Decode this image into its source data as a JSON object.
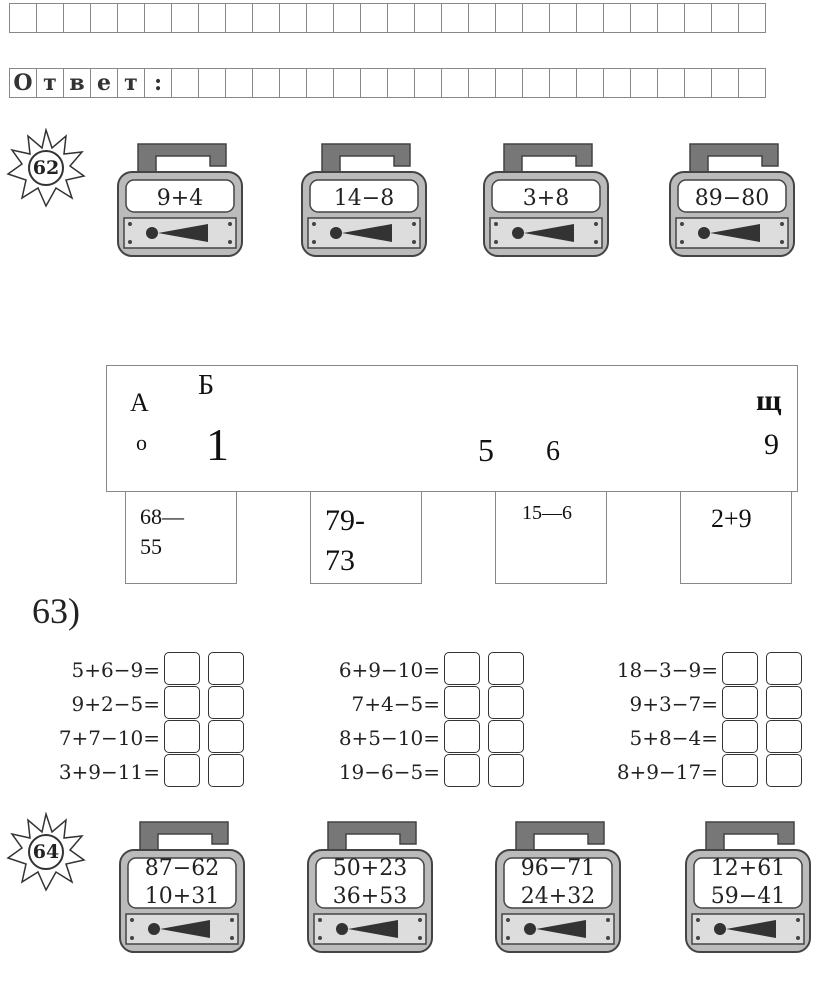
{
  "answer_row": {
    "letters": [
      "О",
      "т",
      "в",
      "е",
      "т",
      ":"
    ]
  },
  "task62": {
    "number": "62",
    "toasters": [
      "9+4",
      "14−8",
      "3+8",
      "89−80"
    ]
  },
  "answer_table": {
    "top": {
      "a": "А",
      "b": "Б",
      "shch": "щ",
      "o": "о",
      "one": "1",
      "five": "5",
      "six": "6",
      "nine": "9"
    },
    "cells": [
      {
        "line1": "68—",
        "line2": "55"
      },
      {
        "line1": "79-",
        "line2": "73"
      },
      {
        "line1": "15—6"
      },
      {
        "line1": "2+9"
      }
    ]
  },
  "task63": {
    "label": "63)",
    "columns": [
      [
        "5+6−9=",
        "9+2−5=",
        "7+7−10=",
        "3+9−11="
      ],
      [
        "6+9−10=",
        "7+4−5=",
        "8+5−10=",
        "19−6−5="
      ],
      [
        "18−3−9=",
        "9+3−7=",
        "5+8−4=",
        "8+9−17="
      ]
    ]
  },
  "task64": {
    "number": "64",
    "toasters": [
      {
        "line1": "87−62",
        "line2": "10+31"
      },
      {
        "line1": "50+23",
        "line2": "36+53"
      },
      {
        "line1": "96−71",
        "line2": "24+32"
      },
      {
        "line1": "12+61",
        "line2": "59−41"
      }
    ]
  }
}
